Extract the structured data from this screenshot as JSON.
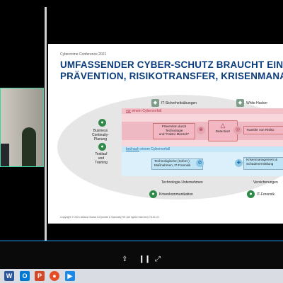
{
  "slide": {
    "conference": "Cybercrime Conference 2021",
    "title_line1": "UMFASSENDER CYBER-SCHUTZ BRAUCHT EIN ÖKO",
    "title_line2": "PRÄVENTION, RISIKOTRANSFER, KRISENMANAGEM",
    "before_label_prefix": "vor",
    "before_label_rest": " einem Cybervorfall",
    "during_label_prefix": "bei/nach",
    "during_label_rest": " einem Cybervorfall",
    "it_trainings": "IT-Sicherheitsübungen",
    "white_hacker": "White Hacker",
    "bcp": "Business\nContinuity-\nPlanung",
    "testing": "Testlauf\nund\nTraining",
    "prevention": "Prävention durch\nTechnologie\nund \"Faktor Mensch\"",
    "detection": "Detection!",
    "risk_transfer": "Transfer von Risiko",
    "tech_measures": "Technologische (Sofort-)\nMaßnahmen, IT-Forensik",
    "crisis_mgmt": "Krisenmanagement &\nSchadenermittlung",
    "tech_companies": "Technologie-Unternehmen",
    "insurers": "Versicherungen",
    "crisis_comm": "Krisenkommunikation",
    "it_forensics": "IT-Forensik",
    "copyright": "Copyright © 2021 Allianz Global Corporate & Specialty SE (All rights reserved) 78-01-21"
  },
  "controls": {
    "share_icon": "share-icon",
    "pause_icon": "pause-icon",
    "expand_icon": "expand-icon"
  },
  "taskbar": {
    "apps": [
      "word-icon",
      "outlook-icon",
      "powerpoint-icon",
      "browser-icon",
      "media-player-icon"
    ]
  }
}
